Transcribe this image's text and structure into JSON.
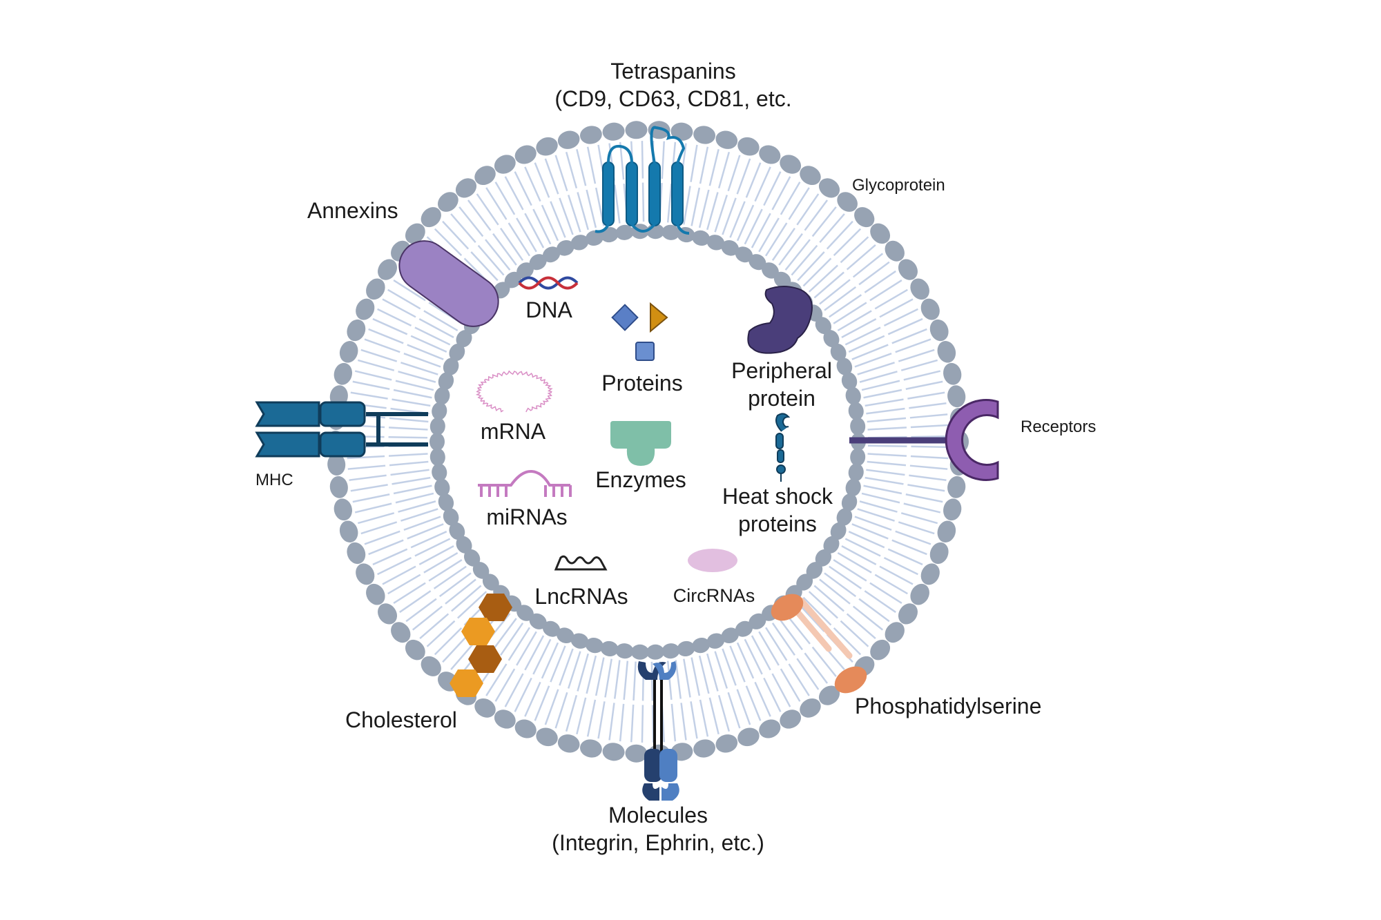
{
  "labels": {
    "tetraspanins_line1": "Tetraspanins",
    "tetraspanins_line2": "(CD9, CD63, CD81, etc.",
    "glycoprotein": "Glycoprotein",
    "annexins": "Annexins",
    "dna": "DNA",
    "proteins": "Proteins",
    "peripheral_line1": "Peripheral",
    "peripheral_line2": "protein",
    "receptors": "Receptors",
    "mhc": "MHC",
    "mrna": "mRNA",
    "enzymes": "Enzymes",
    "hsp_line1": "Heat shock",
    "hsp_line2": "proteins",
    "mirnas": "miRNAs",
    "lncrnas": "LncRNAs",
    "circrnas": "CircRNAs",
    "phosphatidylserine": "Phosphatidylserine",
    "cholesterol": "Cholesterol",
    "molecules_line1": "Molecules",
    "molecules_line2": "(Integrin, Ephrin, etc.)"
  },
  "colors": {
    "lipid_head": "#97a3b3",
    "lipid_tail": "#c3d0e6",
    "annexin": "#9b82c3",
    "tetraspanin": "#1479ad",
    "peripheral": "#4a3e7a",
    "receptor": "#8e5db0",
    "mhc": "#1b6a96",
    "enzyme": "#7fbfa8",
    "mirna": "#c47ac0",
    "circrna": "#e2bfe0",
    "phosphatidylserine": "#e58a5a",
    "cholesterol_dark": "#a85d12",
    "cholesterol_light": "#eb9a22",
    "integrin_dark": "#25406e",
    "integrin_light": "#4f7fc2"
  }
}
